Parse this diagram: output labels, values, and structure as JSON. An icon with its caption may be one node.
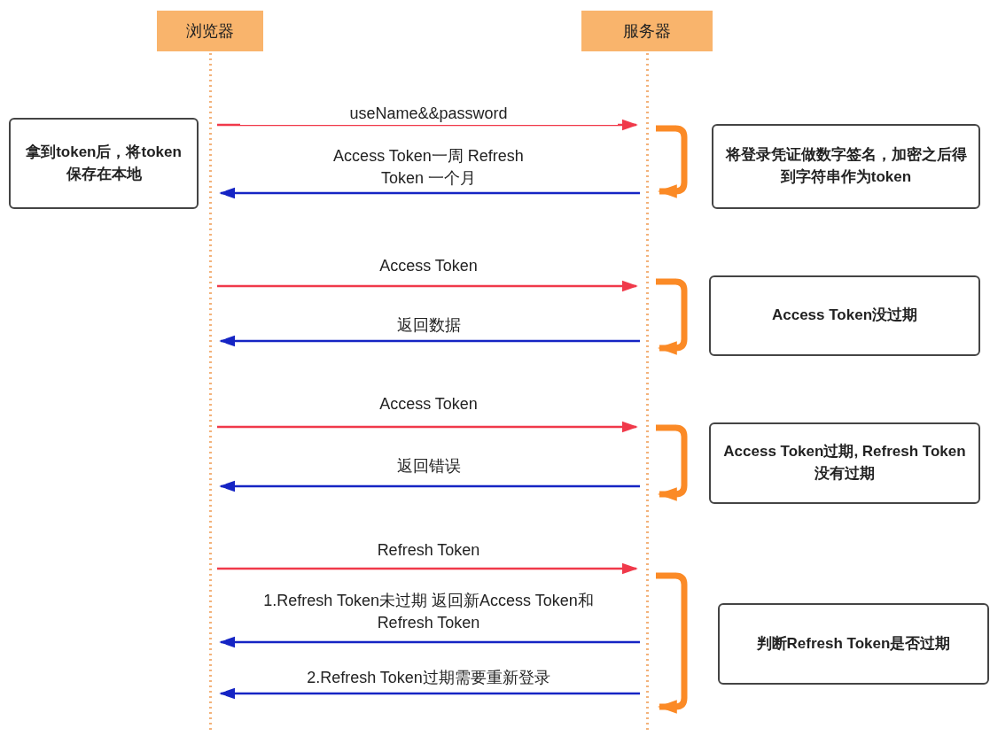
{
  "diagram": {
    "nodes": [
      {
        "text": [
          "浏览器"
        ]
      },
      {
        "text": [
          "服务器"
        ]
      },
      {
        "text": [
          "拿到token后，将token保存在本地"
        ]
      },
      {
        "text": [
          "将登录凭证做数字签名，加密之后得到字符串作为token"
        ]
      },
      {
        "text": [
          "Access Token没过期"
        ]
      },
      {
        "text": [
          "Access Token过期, Refresh Token没有过期"
        ]
      },
      {
        "text": [
          "判断Refresh Token是否过期"
        ]
      }
    ],
    "edges": [
      {
        "from": 0,
        "to": 1,
        "arrow": "to",
        "label": "useName&&password",
        "color": "#f0394a"
      },
      {
        "from": 1,
        "to": 1,
        "arrow": "to",
        "style": "thick",
        "color": "#fb8a26"
      },
      {
        "from": 1,
        "to": 0,
        "arrow": "to",
        "label": "Access Token一周 Refresh Token 一个月",
        "color": "#1524c4"
      },
      {
        "from": 0,
        "to": 1,
        "arrow": "to",
        "label": "Access Token",
        "color": "#f0394a"
      },
      {
        "from": 1,
        "to": 1,
        "arrow": "to",
        "style": "thick",
        "color": "#fb8a26"
      },
      {
        "from": 1,
        "to": 0,
        "arrow": "to",
        "label": "返回数据",
        "color": "#1524c4"
      },
      {
        "from": 0,
        "to": 1,
        "arrow": "to",
        "label": "Access Token",
        "color": "#f0394a"
      },
      {
        "from": 1,
        "to": 1,
        "arrow": "to",
        "style": "thick",
        "color": "#fb8a26"
      },
      {
        "from": 1,
        "to": 0,
        "arrow": "to",
        "label": "返回错误",
        "color": "#1524c4"
      },
      {
        "from": 0,
        "to": 1,
        "arrow": "to",
        "label": "Refresh Token",
        "color": "#f0394a"
      },
      {
        "from": 1,
        "to": 1,
        "arrow": "to",
        "style": "thick",
        "color": "#fb8a26"
      },
      {
        "from": 1,
        "to": 0,
        "arrow": "to",
        "label": "1.Refresh Token未过期 返回新Access Token和Refresh Token",
        "color": "#1524c4"
      },
      {
        "from": 1,
        "to": 0,
        "arrow": "to",
        "label": "2.Refresh Token过期需要重新登录",
        "color": "#1524c4"
      }
    ]
  }
}
